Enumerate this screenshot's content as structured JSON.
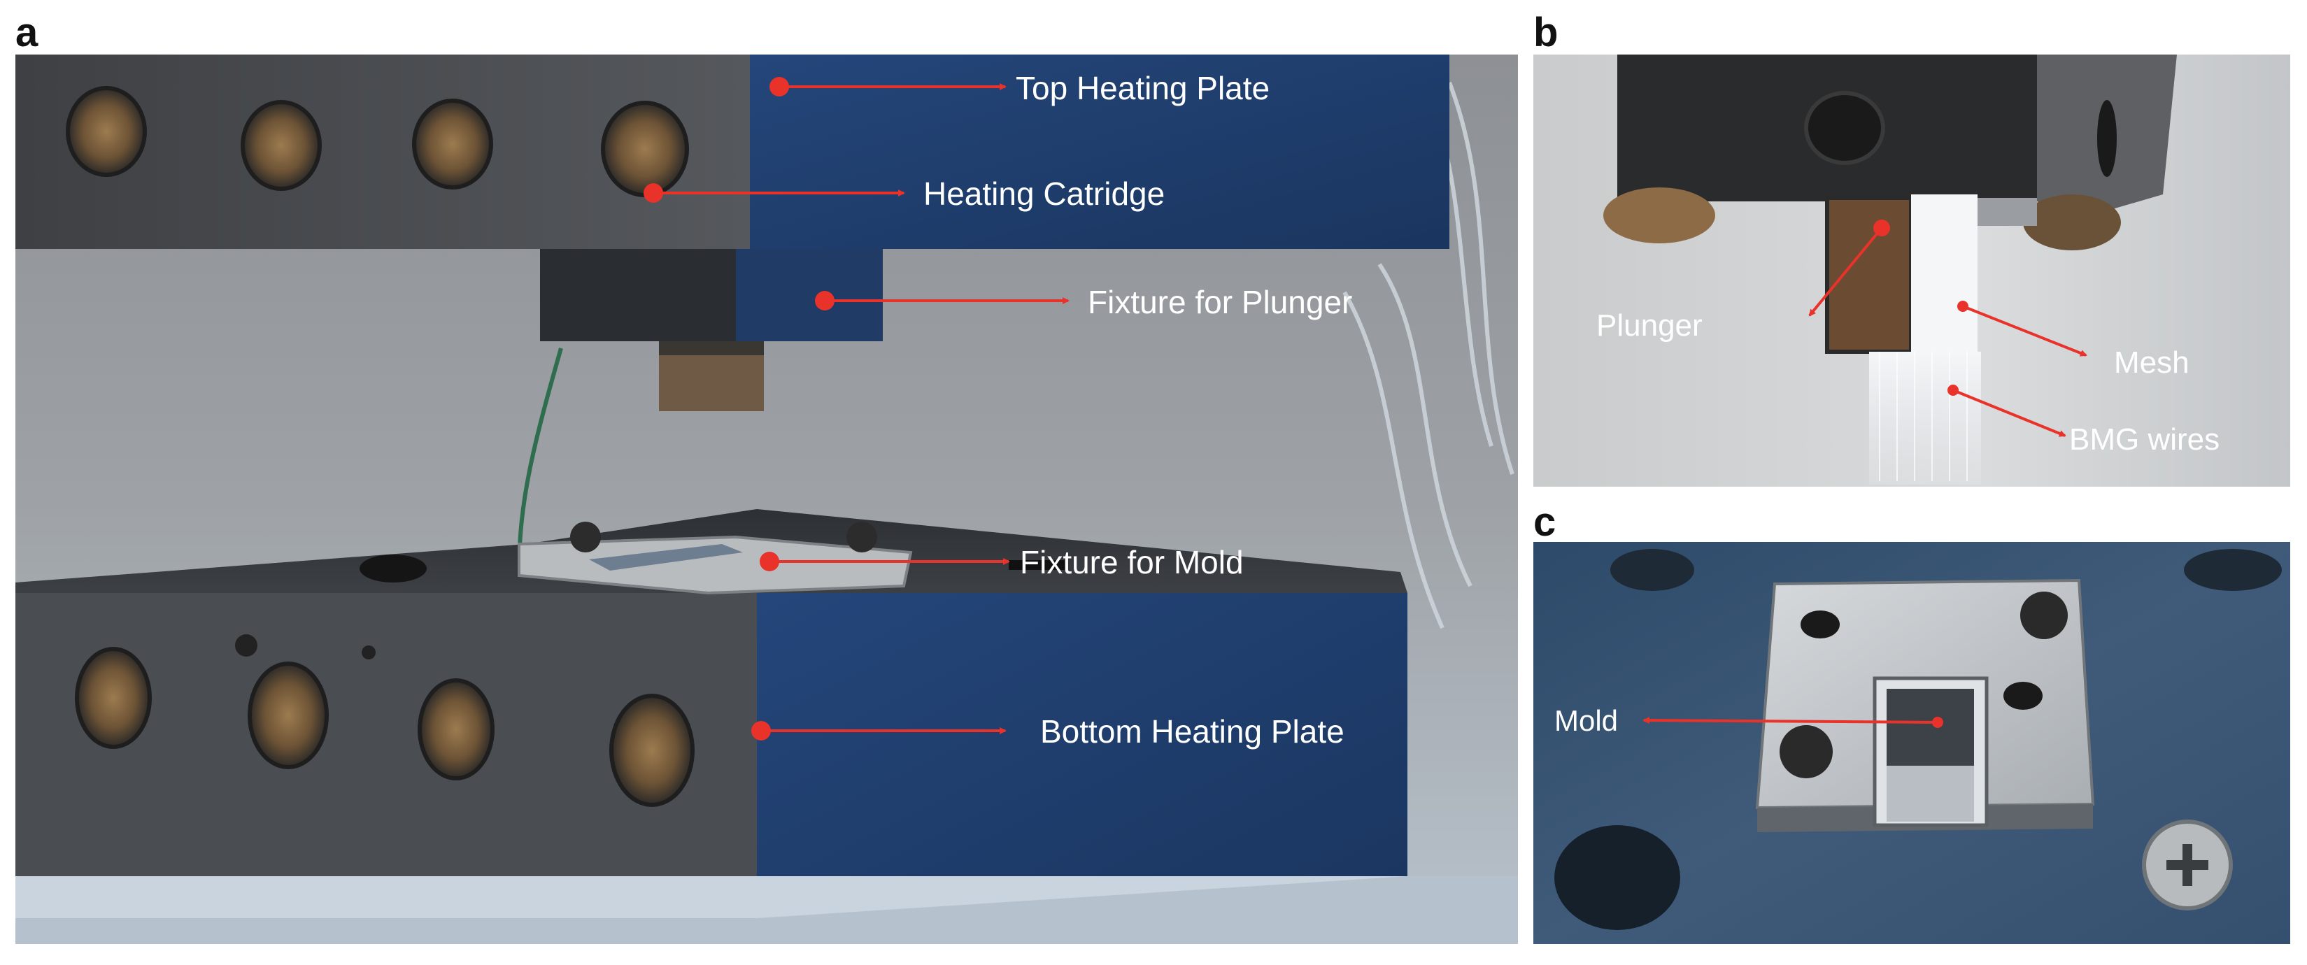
{
  "figure": {
    "panels": [
      {
        "letter": "a",
        "labels": {
          "top_heating_plate": "Top Heating Plate",
          "heating_cartridge": "Heating Catridge",
          "fixture_plunger": "Fixture for Plunger",
          "fixture_mold": "Fixture for Mold",
          "bottom_heating_plate": "Bottom Heating Plate"
        }
      },
      {
        "letter": "b",
        "labels": {
          "plunger": "Plunger",
          "mesh": "Mesh",
          "bmg_wires": "BMG wires"
        }
      },
      {
        "letter": "c",
        "labels": {
          "mold": "Mold"
        }
      }
    ],
    "colors": {
      "annotation_arrow": "#e8322a",
      "label_text": "#ffffff",
      "plate_blue": "#1f3f6e",
      "plate_steel": "#4a4d52"
    }
  }
}
